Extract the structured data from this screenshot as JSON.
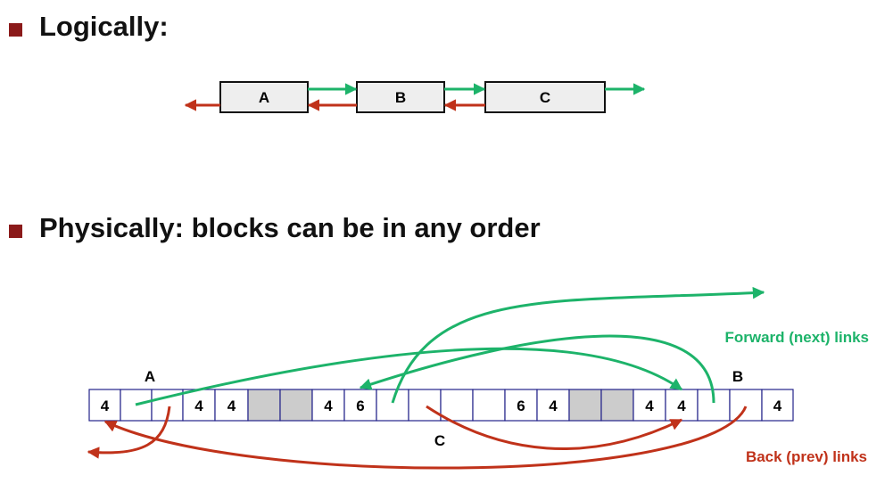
{
  "headings": {
    "logically": "Logically:",
    "physically": "Physically: blocks can be in any order"
  },
  "logical_blocks": [
    "A",
    "B",
    "C"
  ],
  "physical": {
    "cells": [
      {
        "text": "4",
        "shaded": false
      },
      {
        "text": "",
        "shaded": false
      },
      {
        "text": "",
        "shaded": false
      },
      {
        "text": "4",
        "shaded": false
      },
      {
        "text": "4",
        "shaded": false
      },
      {
        "text": "",
        "shaded": true
      },
      {
        "text": "",
        "shaded": true
      },
      {
        "text": "4",
        "shaded": false
      },
      {
        "text": "6",
        "shaded": false
      },
      {
        "text": "",
        "shaded": false
      },
      {
        "text": "",
        "shaded": false
      },
      {
        "text": "",
        "shaded": false
      },
      {
        "text": "",
        "shaded": false
      },
      {
        "text": "6",
        "shaded": false
      },
      {
        "text": "4",
        "shaded": false
      },
      {
        "text": "",
        "shaded": true
      },
      {
        "text": "",
        "shaded": true
      },
      {
        "text": "4",
        "shaded": false
      },
      {
        "text": "4",
        "shaded": false
      },
      {
        "text": "",
        "shaded": false
      },
      {
        "text": "",
        "shaded": false
      },
      {
        "text": "4",
        "shaded": false
      }
    ],
    "label_A": "A",
    "label_B": "B",
    "label_C": "C"
  },
  "legend": {
    "forward": "Forward (next) links",
    "back": "Back (prev) links"
  },
  "colors": {
    "bullet": "#8b1a1a",
    "forward": "#1db36a",
    "back": "#c0321a",
    "cell_border": "#23238a",
    "shaded": "#cccccc"
  }
}
